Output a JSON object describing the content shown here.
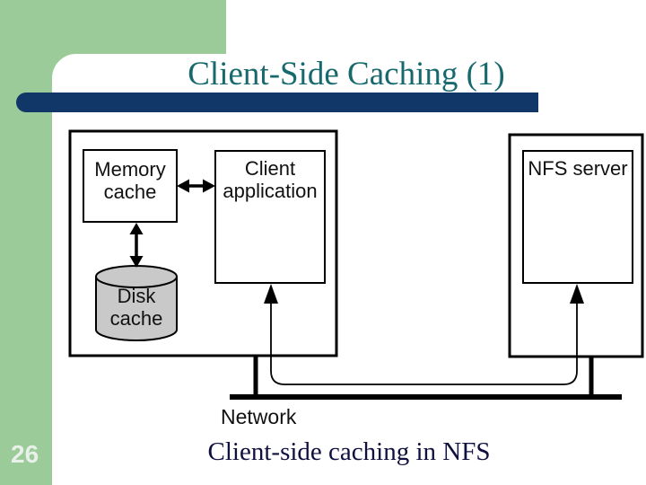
{
  "slide": {
    "title": "Client-Side Caching (1)",
    "page_number": "26",
    "caption": "Client-side caching in NFS"
  },
  "diagram": {
    "memory_cache_label": "Memory cache",
    "client_application_label": "Client application",
    "disk_cache_label": "Disk cache",
    "nfs_server_label": "NFS server",
    "network_label": "Network"
  },
  "colors": {
    "frame_green": "#9bcb98",
    "title_teal": "#17696d",
    "underline_navy": "#113768",
    "caption_navy": "#10103f",
    "cylinder_gray": "#c9c9c9",
    "diagram_line_black": "#000000",
    "page_number_white": "#e9efe9"
  }
}
